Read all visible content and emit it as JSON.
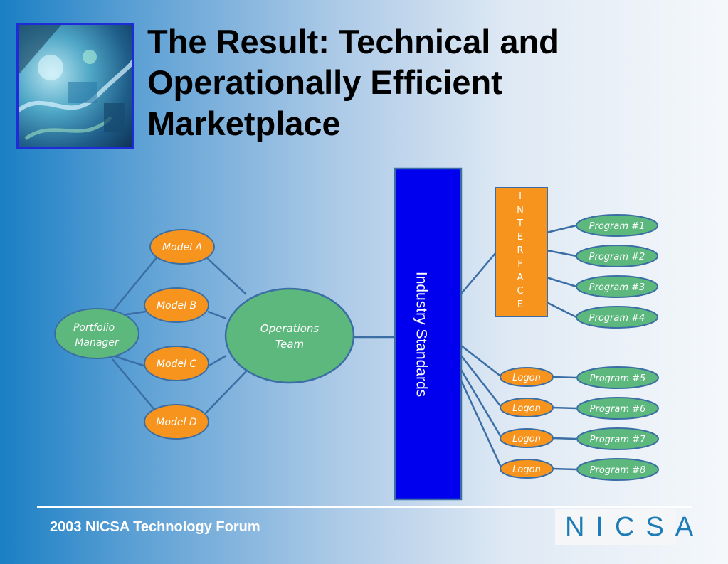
{
  "title": "The Result: Technical and Operationally Efficient Marketplace",
  "diagram": {
    "portfolio_manager": [
      "Portfolio",
      "Manager"
    ],
    "models": [
      "Model A",
      "Model B",
      "Model C",
      "Model D"
    ],
    "operations_team": [
      "Operations",
      "Team"
    ],
    "industry_standards": "Industry Standards",
    "interface_letters": [
      "I",
      "N",
      "T",
      "E",
      "R",
      "F",
      "A",
      "C",
      "E"
    ],
    "interface_programs": [
      "Program #1",
      "Program #2",
      "Program #3",
      "Program #4"
    ],
    "logon_label": "Logon",
    "logon_programs": [
      "Program #5",
      "Program #6",
      "Program #7",
      "Program #8"
    ]
  },
  "footer": {
    "text": "2003 NICSA Technology Forum",
    "logo": "NICSA"
  },
  "colors": {
    "orange": "#f7941d",
    "green": "#5cb87c",
    "blue_bar": "#0000ee",
    "line": "#3a6ea5"
  }
}
